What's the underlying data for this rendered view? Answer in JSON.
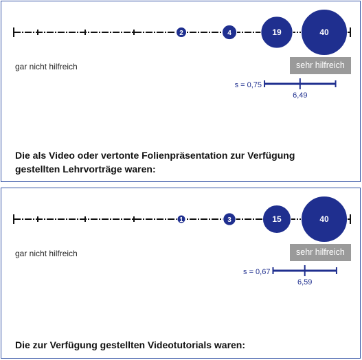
{
  "scale_min": 1,
  "scale_max": 7,
  "colors": {
    "dot": "#1f2f8f",
    "axis": "#111111",
    "stat": "#1f2f8f",
    "badge": "#9a9a9a"
  },
  "chart_data": [
    {
      "type": "bubble-scale",
      "left_label": "gar nicht hilfreich",
      "right_label": "sehr hilfreich",
      "counts": [
        0,
        0,
        0,
        2,
        4,
        19,
        40
      ],
      "count_labels": [
        "",
        "",
        "",
        "2",
        "4",
        "19",
        "40"
      ],
      "mean": 6.49,
      "mean_label": "6,49",
      "sd": 0.75,
      "sd_label": "s = 0,75",
      "caption": "Die als Video oder vertonte Folienpräsentation zur Verfügung gestellten Lehrvorträge waren:"
    },
    {
      "type": "bubble-scale",
      "left_label": "gar nicht hilfreich",
      "right_label": "sehr hilfreich",
      "counts": [
        0,
        0,
        0,
        1,
        3,
        15,
        40
      ],
      "count_labels": [
        "",
        "",
        "",
        "1",
        "3",
        "15",
        "40"
      ],
      "mean": 6.59,
      "mean_label": "6,59",
      "sd": 0.67,
      "sd_label": "s = 0,67",
      "caption": "Die zur Verfügung gestellten Videotutorials waren:"
    }
  ]
}
